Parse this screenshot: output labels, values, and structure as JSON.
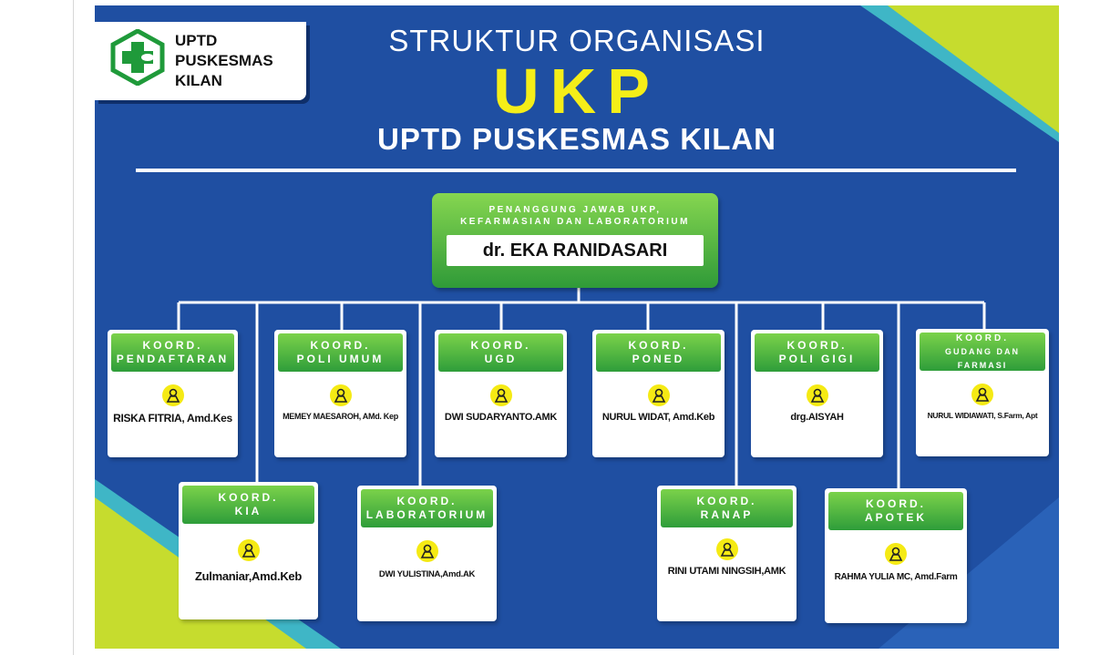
{
  "header": {
    "logo_line1": "UPTD",
    "logo_line2": "PUSKESMAS",
    "logo_line3": "KILAN",
    "title_top": "STRUKTUR ORGANISASI",
    "title_main": "UKP",
    "title_sub": "UPTD PUSKESMAS KILAN"
  },
  "colors": {
    "background": "#1f4fa2",
    "accent_yellow": "#f5ee18",
    "card_green": "#2e9d3a",
    "lime_deco": "#c6dc2e",
    "teal_deco": "#3fb6c6"
  },
  "head": {
    "label_line1": "PENANGGUNG JAWAB UKP,",
    "label_line2": "KEFARMASIAN DAN LABORATORIUM",
    "name": "dr. EKA RANIDASARI"
  },
  "coordinators": [
    {
      "title1": "KOORD.",
      "title2": "PENDAFTARAN",
      "name": "RISKA FITRIA, Amd.Kes",
      "icon": "person-icon"
    },
    {
      "title1": "KOORD.",
      "title2": "POLI UMUM",
      "name": "MEMEY MAESAROH, AMd. Kep",
      "icon": "person-icon"
    },
    {
      "title1": "KOORD.",
      "title2": "UGD",
      "name": "DWI SUDARYANTO.AMK",
      "icon": "person-icon"
    },
    {
      "title1": "KOORD.",
      "title2": "PONED",
      "name": "NURUL WIDAT, Amd.Keb",
      "icon": "person-icon"
    },
    {
      "title1": "KOORD.",
      "title2": "POLI GIGI",
      "name": "drg.AISYAH",
      "icon": "person-icon"
    },
    {
      "title1": "KOORD.",
      "title2": "GUDANG DAN FARMASI",
      "name": "NURUL WIDIAWATI, S.Farm, Apt",
      "icon": "person-icon"
    },
    {
      "title1": "KOORD.",
      "title2": "KIA",
      "name": "Zulmaniar,Amd.Keb",
      "icon": "person-icon"
    },
    {
      "title1": "KOORD.",
      "title2": "LABORATORIUM",
      "name": "DWI YULISTINA,Amd.AK",
      "icon": "person-icon"
    },
    {
      "title1": "KOORD.",
      "title2": "RANAP",
      "name": "RINI UTAMI NINGSIH,AMK",
      "icon": "person-icon"
    },
    {
      "title1": "KOORD.",
      "title2": "APOTEK",
      "name": "RAHMA YULIA MC, Amd.Farm",
      "icon": "person-icon"
    }
  ]
}
